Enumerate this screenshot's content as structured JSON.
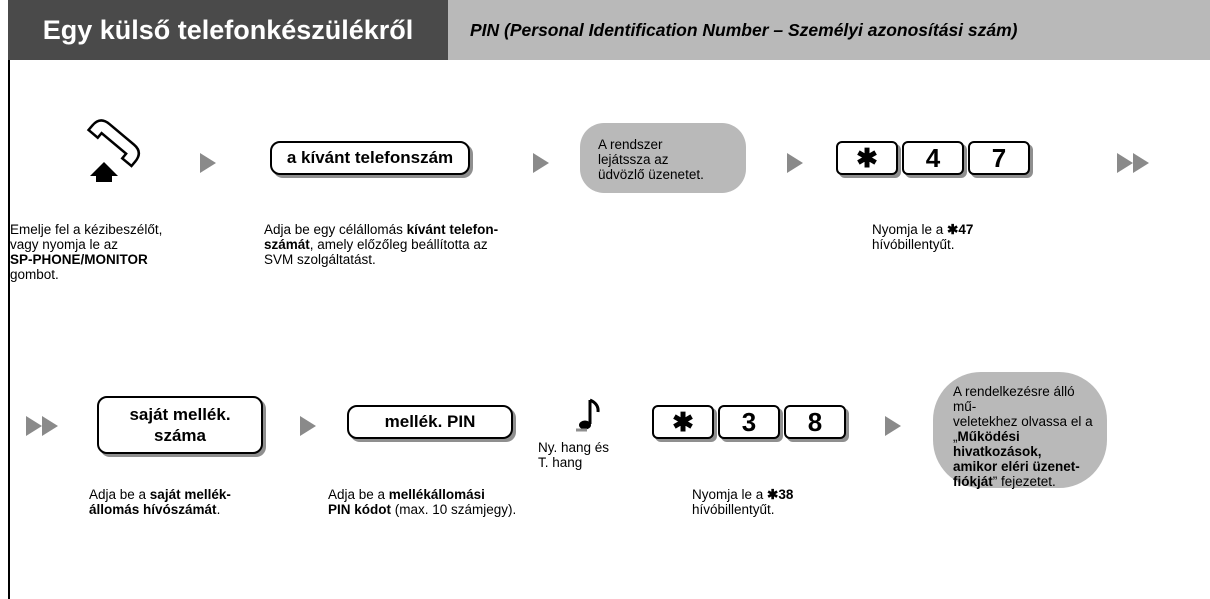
{
  "header": {
    "title": "Egy külső telefonkészülékről",
    "subtitle": "PIN (Personal Identification Number – Személyi azonosítási szám)"
  },
  "row1": {
    "step1": {
      "icon": "handset-off-hook-icon",
      "desc_lines": [
        "Emelje fel a kézibeszélőt,",
        "vagy nyomja le az"
      ],
      "desc_bold": "SP-PHONE/MONITOR",
      "desc_end": "gombot."
    },
    "step2": {
      "box_label": "a kívánt telefonszám",
      "desc_a": "Adja be egy célállomás ",
      "desc_b": "kívánt telefon-",
      "desc_c": "számát",
      "desc_d": ", amely előzőleg beállította az",
      "desc_e": "SVM szolgáltatást."
    },
    "step3": {
      "bubble_lines": [
        "A rendszer",
        "lejátssza az",
        "üdvözlő üzenetet."
      ]
    },
    "step4": {
      "keys": [
        "✱",
        "4",
        "7"
      ],
      "desc_a": "Nyomja le a ",
      "desc_b": "✱47",
      "desc_c": "hívóbillentyűt."
    }
  },
  "row2": {
    "step1": {
      "box_lines": [
        "saját mellék.",
        "száma"
      ],
      "desc_a": "Adja be a ",
      "desc_b": "saját mellék-",
      "desc_c": "állomás hívószámát",
      "desc_d": "."
    },
    "step2": {
      "box_label": "mellék. PIN",
      "desc_a": "Adja be a ",
      "desc_b": "mellékállomási",
      "desc_c": "PIN kódot",
      "desc_d": " (max. 10 számjegy)."
    },
    "step3": {
      "icon": "music-note-icon",
      "tone_lines": [
        "Ny. hang és",
        "T. hang"
      ]
    },
    "step4": {
      "keys": [
        "✱",
        "3",
        "8"
      ],
      "desc_a": "Nyomja le a ",
      "desc_b": "✱38",
      "desc_c": "hívóbillentyűt."
    },
    "step5": {
      "bubble_a": "A rendelkezésre álló mű-",
      "bubble_b": "veletekhez olvassa el a",
      "bubble_c": "„",
      "bubble_d": "Működési hivatkozások,",
      "bubble_e": "amikor eléri üzenet-",
      "bubble_f": "fiókját",
      "bubble_g": "” fejezetet."
    }
  }
}
